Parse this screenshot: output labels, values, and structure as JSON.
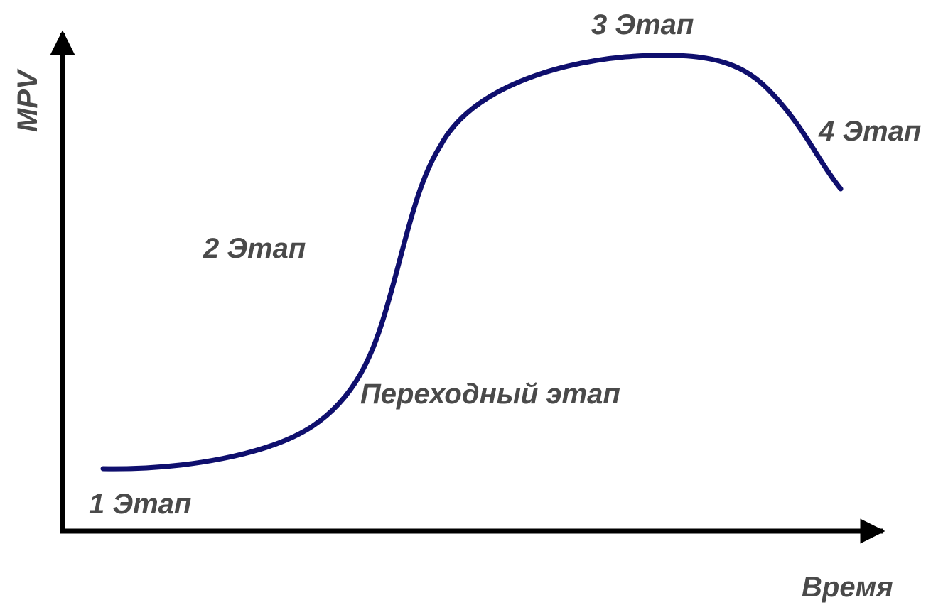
{
  "diagram": {
    "axes": {
      "y_label": "MPV",
      "x_label": "Время"
    },
    "stages": {
      "stage_1": "1 Этап",
      "transition": "Переходный этап",
      "stage_2": "2 Этап",
      "stage_3": "3 Этап",
      "stage_4": "4 Этап"
    },
    "colors": {
      "curve": "#0f0f6e",
      "axes": "#000000",
      "labels": "#4a4a4a"
    }
  }
}
